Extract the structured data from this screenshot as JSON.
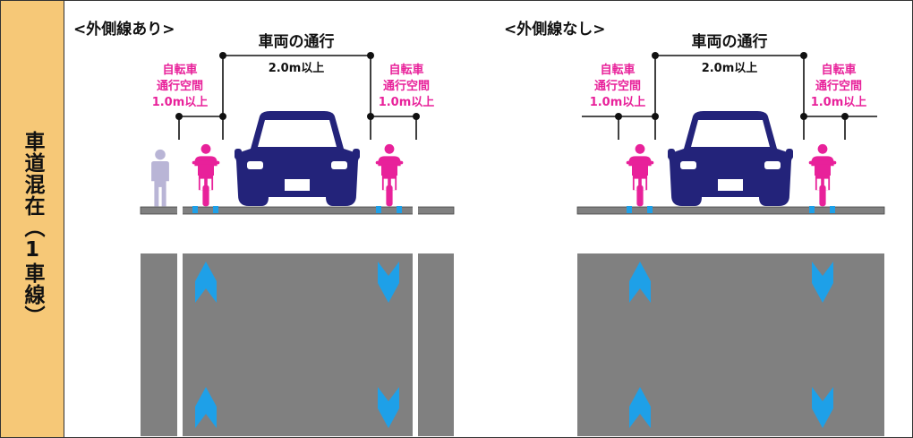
{
  "side_label": "車道混在（1車線）",
  "colors": {
    "band": "#f6c877",
    "road": "#808080",
    "roadDark": "#6e6e6e",
    "car": "#23237a",
    "cyclist": "#e8219a",
    "pedestrian": "#b9b5d6",
    "arrow": "#1ea0e8",
    "magenta_text": "#e8219a",
    "line": "#111111"
  },
  "left_panel": {
    "heading": "<外側線あり>",
    "vehicle_title": "車両の通行",
    "vehicle_width": "2.0m以上",
    "bike_space_left": [
      "自転車",
      "通行空間",
      "1.0m以上"
    ],
    "bike_space_right": [
      "自転車",
      "通行空間",
      "1.0m以上"
    ],
    "has_edge_lines": true,
    "icons": [
      "pedestrian-icon",
      "cyclist-icon",
      "car-icon",
      "cyclist-icon"
    ]
  },
  "right_panel": {
    "heading": "<外側線なし>",
    "vehicle_title": "車両の通行",
    "vehicle_width": "2.0m以上",
    "bike_space_left": [
      "自転車",
      "通行空間",
      "1.0m以上"
    ],
    "bike_space_right": [
      "自転車",
      "通行空間",
      "1.0m以上"
    ],
    "has_edge_lines": false,
    "icons": [
      "cyclist-icon",
      "car-icon",
      "cyclist-icon"
    ]
  }
}
